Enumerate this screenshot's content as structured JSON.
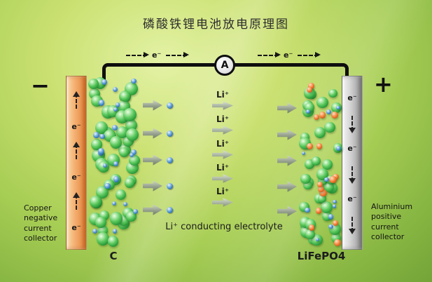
{
  "title": "磷酸铁锂电池放电原理图",
  "circuit": {
    "ammeter": "A",
    "electron_label_left": "e⁻",
    "electron_label_right": "e⁻"
  },
  "negative_side": {
    "polarity": "−",
    "collector_caption": "Copper negative current collector",
    "electron_labels": [
      "e⁻",
      "e⁻",
      "e⁻"
    ],
    "electrode_label": "C"
  },
  "positive_side": {
    "polarity": "+",
    "collector_caption": "Aluminium positive current collector",
    "electron_labels": [
      "e⁻",
      "e⁻",
      "e⁻"
    ],
    "electrode_label": "LiFePO4"
  },
  "electrolyte": {
    "ion_labels": [
      "Li⁺",
      "Li⁺",
      "Li⁺",
      "Li⁺",
      "Li⁺"
    ],
    "caption": "Li⁺ conducting electrolyte"
  },
  "colors": {
    "background_green": "#a6cd54",
    "copper_collector": "#f0a868",
    "aluminium_collector": "#c9c9c9",
    "green_sphere": "#219232",
    "blue_lithium_ion": "#1d5fa6",
    "orange_iron_sphere": "#f5813b",
    "wire": "#0e0e0e"
  }
}
